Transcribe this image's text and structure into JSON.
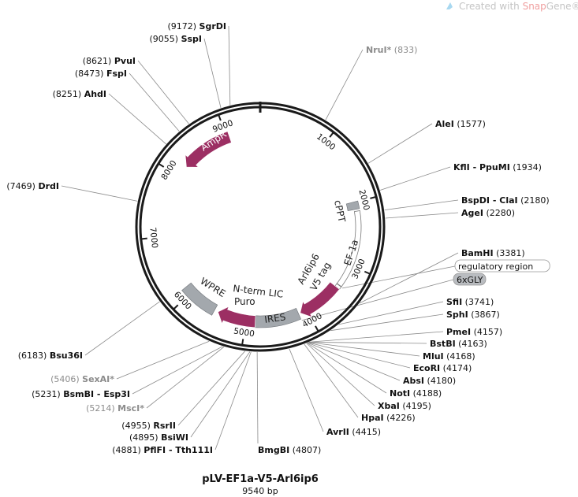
{
  "watermark": {
    "prefix": "Created with ",
    "brand": "Snap",
    "brand2": "Gene®"
  },
  "plasmid": {
    "name": "pLV-EF1a-V5-Arl6ip6",
    "length_label": "9540 bp",
    "length": 9540
  },
  "colors": {
    "feature": "#9c2f63",
    "marker": "#a3a8ad",
    "backbone": "#1a1a1a",
    "greyText": "#8c8c8c"
  },
  "ticks": [
    "1000",
    "2000",
    "3000",
    "4000",
    "5000",
    "6000",
    "7000",
    "8000",
    "9000"
  ],
  "features": [
    {
      "name": "AmpR",
      "start": 8190,
      "end": 9040,
      "type": "arrow",
      "dir": -1
    },
    {
      "name": "cPPT",
      "start": 1990,
      "end": 2110,
      "type": "box"
    },
    {
      "name": "EF-1a",
      "start": 2140,
      "end": 3350,
      "type": "outline"
    },
    {
      "name": "V5 tag",
      "start": 3355,
      "end": 3400,
      "type": "outline"
    },
    {
      "name": "Arl6ip6",
      "start": 3400,
      "end": 4110,
      "type": "arrow",
      "dir": 1
    },
    {
      "name": "IRES",
      "start": 4140,
      "end": 4850,
      "type": "box"
    },
    {
      "name": "Puro",
      "start": 4850,
      "end": 5470,
      "type": "arrow",
      "dir": 1
    },
    {
      "name": "WPRE",
      "start": 5530,
      "end": 6120,
      "type": "box"
    }
  ],
  "feature_labels": {
    "ampr": "AmpR",
    "cppt": "cPPT",
    "ef1a": "EF-1a",
    "arl": "Arl6ip6",
    "v5": "V5 tag",
    "nterm": "N-term LIC",
    "puro": "Puro",
    "ires": "IRES",
    "wpre": "WPRE"
  },
  "enzymes": [
    {
      "name": "SgrDI",
      "pos": "9172",
      "bp": 9172
    },
    {
      "name": "SspI",
      "pos": "9055",
      "bp": 9055
    },
    {
      "name": "PvuI",
      "pos": "8621",
      "bp": 8621
    },
    {
      "name": "FspI",
      "pos": "8473",
      "bp": 8473
    },
    {
      "name": "AhdI",
      "pos": "8251",
      "bp": 8251
    },
    {
      "name": "DrdI",
      "pos": "7469",
      "bp": 7469
    },
    {
      "name": "Bsu36I",
      "pos": "6183",
      "bp": 6183
    },
    {
      "name": "SexAI*",
      "pos": "5406",
      "bp": 5406,
      "grey": true
    },
    {
      "name": "BsmBI - Esp3I",
      "pos": "5231",
      "bp": 5231
    },
    {
      "name": "MscI*",
      "pos": "5214",
      "bp": 5214,
      "grey": true
    },
    {
      "name": "RsrII",
      "pos": "4955",
      "bp": 4955
    },
    {
      "name": "BsiWI",
      "pos": "4895",
      "bp": 4895
    },
    {
      "name": "PflFI - Tth111I",
      "pos": "4881",
      "bp": 4881
    },
    {
      "name": "BmgBI",
      "pos": "4807",
      "bp": 4807
    },
    {
      "name": "AvrII",
      "pos": "4415",
      "bp": 4415
    },
    {
      "name": "HpaI",
      "pos": "4226",
      "bp": 4226
    },
    {
      "name": "XbaI",
      "pos": "4195",
      "bp": 4195
    },
    {
      "name": "NotI",
      "pos": "4188",
      "bp": 4188
    },
    {
      "name": "AbsI",
      "pos": "4180",
      "bp": 4180
    },
    {
      "name": "EcoRI",
      "pos": "4174",
      "bp": 4174
    },
    {
      "name": "MluI",
      "pos": "4168",
      "bp": 4168
    },
    {
      "name": "BstBI",
      "pos": "4163",
      "bp": 4163
    },
    {
      "name": "PmeI",
      "pos": "4157",
      "bp": 4157
    },
    {
      "name": "SphI",
      "pos": "3867",
      "bp": 3867
    },
    {
      "name": "SfiI",
      "pos": "3741",
      "bp": 3741
    },
    {
      "name": "BamHI",
      "pos": "3381",
      "bp": 3381
    },
    {
      "name": "AgeI",
      "pos": "2280",
      "bp": 2280
    },
    {
      "name": "BspDI - ClaI",
      "pos": "2180",
      "bp": 2180
    },
    {
      "name": "KflI - PpuMI",
      "pos": "1934",
      "bp": 1934
    },
    {
      "name": "AleI",
      "pos": "1577",
      "bp": 1577
    },
    {
      "name": "NruI*",
      "pos": "833",
      "bp": 833,
      "grey": true
    }
  ],
  "callouts": [
    {
      "name": "regulatory region",
      "bp": 3360
    },
    {
      "name": "6xGLY",
      "bp": 4135
    }
  ]
}
